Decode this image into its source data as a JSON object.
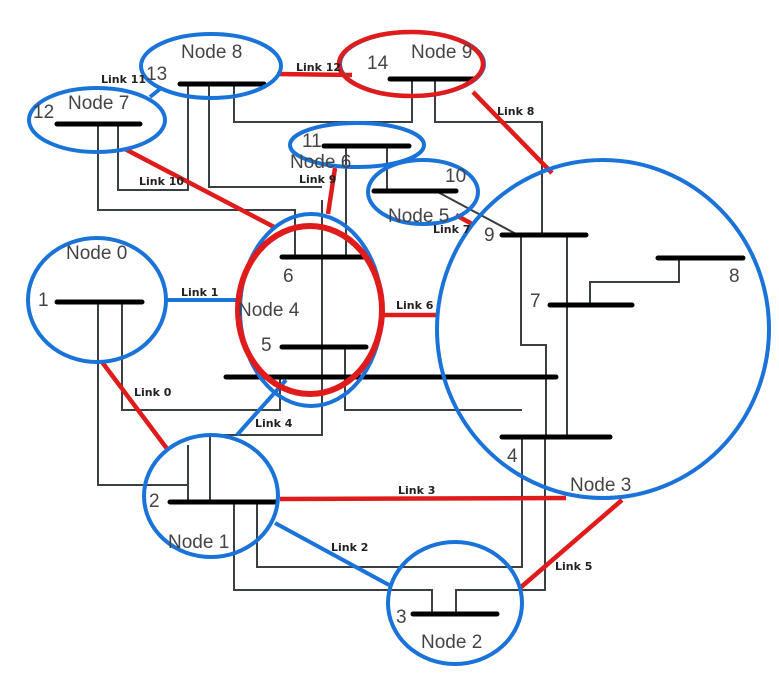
{
  "diagram": {
    "colors": {
      "normal_link": "#1a73d8",
      "highlight_link": "#e01b1b",
      "bus": "#000000",
      "wire": "#3a3f44"
    },
    "nodes": [
      {
        "id": "node0",
        "label": "Node 0",
        "status": "normal"
      },
      {
        "id": "node1",
        "label": "Node 1",
        "status": "normal"
      },
      {
        "id": "node2",
        "label": "Node 2",
        "status": "normal"
      },
      {
        "id": "node3",
        "label": "Node 3",
        "status": "normal"
      },
      {
        "id": "node4",
        "label": "Node 4",
        "status": "highlighted"
      },
      {
        "id": "node5",
        "label": "Node 5",
        "status": "normal"
      },
      {
        "id": "node6",
        "label": "Node 6",
        "status": "normal"
      },
      {
        "id": "node7",
        "label": "Node 7",
        "status": "normal"
      },
      {
        "id": "node8",
        "label": "Node 8",
        "status": "normal"
      },
      {
        "id": "node9",
        "label": "Node 9",
        "status": "highlighted"
      }
    ],
    "buses": [
      "1",
      "2",
      "3",
      "4",
      "5",
      "6",
      "7",
      "8",
      "9",
      "10",
      "11",
      "12",
      "13",
      "14"
    ],
    "links": [
      {
        "label": "Link 0",
        "from": "Node 0",
        "to": "Node 1",
        "status": "highlighted"
      },
      {
        "label": "Link 1",
        "from": "Node 0",
        "to": "Node 4",
        "status": "normal"
      },
      {
        "label": "Link 2",
        "from": "Node 1",
        "to": "Node 2",
        "status": "normal"
      },
      {
        "label": "Link 3",
        "from": "Node 1",
        "to": "Node 3",
        "status": "highlighted"
      },
      {
        "label": "Link 4",
        "from": "Node 1",
        "to": "Node 4",
        "status": "normal"
      },
      {
        "label": "Link 5",
        "from": "Node 2",
        "to": "Node 3",
        "status": "highlighted"
      },
      {
        "label": "Link 6",
        "from": "Node 4",
        "to": "Node 3",
        "status": "highlighted"
      },
      {
        "label": "Link 7",
        "from": "Node 5",
        "to": "Node 3",
        "status": "highlighted"
      },
      {
        "label": "Link 8",
        "from": "Node 9",
        "to": "Node 3",
        "status": "highlighted"
      },
      {
        "label": "Link 9",
        "from": "Node 6",
        "to": "Node 4",
        "status": "highlighted"
      },
      {
        "label": "Link 10",
        "from": "Node 7",
        "to": "Node 4",
        "status": "highlighted"
      },
      {
        "label": "Link 11",
        "from": "Node 7",
        "to": "Node 8",
        "status": "normal"
      },
      {
        "label": "Link 12",
        "from": "Node 8",
        "to": "Node 9",
        "status": "highlighted"
      }
    ]
  }
}
